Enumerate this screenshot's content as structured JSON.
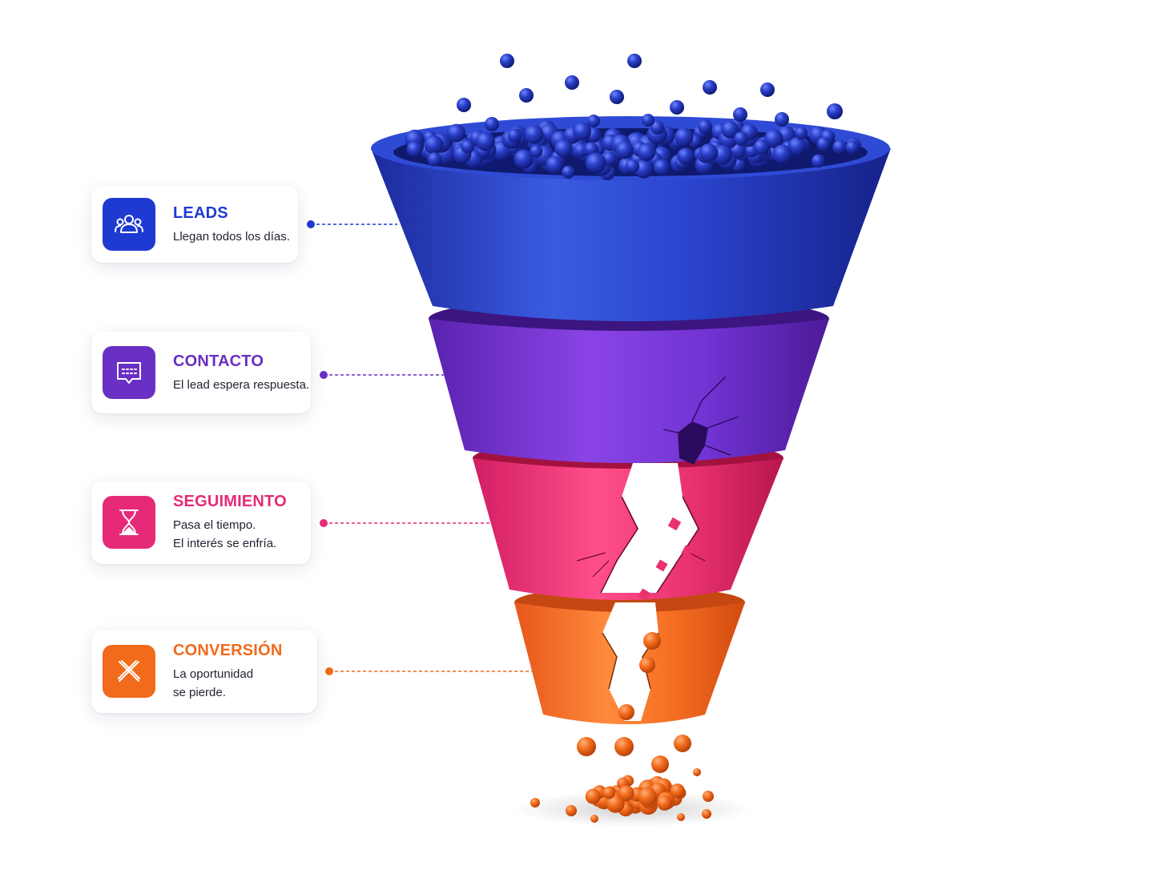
{
  "stages": [
    {
      "id": "leads",
      "title": "LEADS",
      "desc_lines": [
        "Llegan todos los días."
      ],
      "color": "#1f3ad1",
      "icon": "users-icon"
    },
    {
      "id": "contacto",
      "title": "CONTACTO",
      "desc_lines": [
        "El lead espera respuesta."
      ],
      "color": "#6a2fc4",
      "icon": "chat-bubble-icon"
    },
    {
      "id": "seguimiento",
      "title": "SEGUIMIENTO",
      "desc_lines": [
        "Pasa el tiempo.",
        "El interés se enfría."
      ],
      "color": "#e62a78",
      "icon": "hourglass-icon"
    },
    {
      "id": "conversion",
      "title": "CONVERSIÓN",
      "desc_lines": [
        "La oportunidad",
        "se pierde."
      ],
      "color": "#f26a1b",
      "icon": "x-mark-icon"
    }
  ],
  "funnel": {
    "ball_color": "#1f34b8",
    "crumb_color": "#f26a1b",
    "shard_color": "#e8336f"
  }
}
